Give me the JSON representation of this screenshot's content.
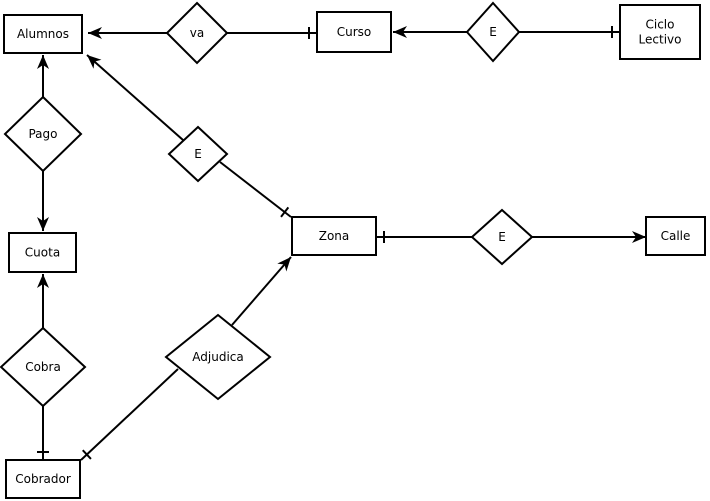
{
  "diagram": {
    "type": "entity-relationship",
    "entities": [
      {
        "id": "alumnos",
        "label": "Alumnos"
      },
      {
        "id": "curso",
        "label": "Curso"
      },
      {
        "id": "ciclo",
        "label": "Ciclo\nLectivo"
      },
      {
        "id": "cuota",
        "label": "Cuota"
      },
      {
        "id": "zona",
        "label": "Zona"
      },
      {
        "id": "calle",
        "label": "Calle"
      },
      {
        "id": "cobrador",
        "label": "Cobrador"
      }
    ],
    "relationships": [
      {
        "id": "va",
        "label": "va"
      },
      {
        "id": "e1",
        "label": "E"
      },
      {
        "id": "pago",
        "label": "Pago"
      },
      {
        "id": "e2",
        "label": "E"
      },
      {
        "id": "e3",
        "label": "E"
      },
      {
        "id": "cobra",
        "label": "Cobra"
      },
      {
        "id": "adjudica",
        "label": "Adjudica"
      }
    ],
    "connections": [
      {
        "from": "va",
        "to": "alumnos",
        "end": "arrow"
      },
      {
        "from": "va",
        "to": "curso",
        "end": "one"
      },
      {
        "from": "e1",
        "to": "curso",
        "end": "arrow"
      },
      {
        "from": "e1",
        "to": "ciclo",
        "end": "one"
      },
      {
        "from": "pago",
        "to": "alumnos",
        "end": "arrow"
      },
      {
        "from": "pago",
        "to": "cuota",
        "end": "arrow"
      },
      {
        "from": "e2",
        "to": "alumnos",
        "end": "arrow"
      },
      {
        "from": "e2",
        "to": "zona",
        "end": "one"
      },
      {
        "from": "e3",
        "to": "zona",
        "end": "one"
      },
      {
        "from": "e3",
        "to": "calle",
        "end": "arrow"
      },
      {
        "from": "cobra",
        "to": "cuota",
        "end": "arrow"
      },
      {
        "from": "cobra",
        "to": "cobrador",
        "end": "one"
      },
      {
        "from": "adjudica",
        "to": "zona",
        "end": "arrow"
      },
      {
        "from": "adjudica",
        "to": "cobrador",
        "end": "one"
      }
    ]
  }
}
